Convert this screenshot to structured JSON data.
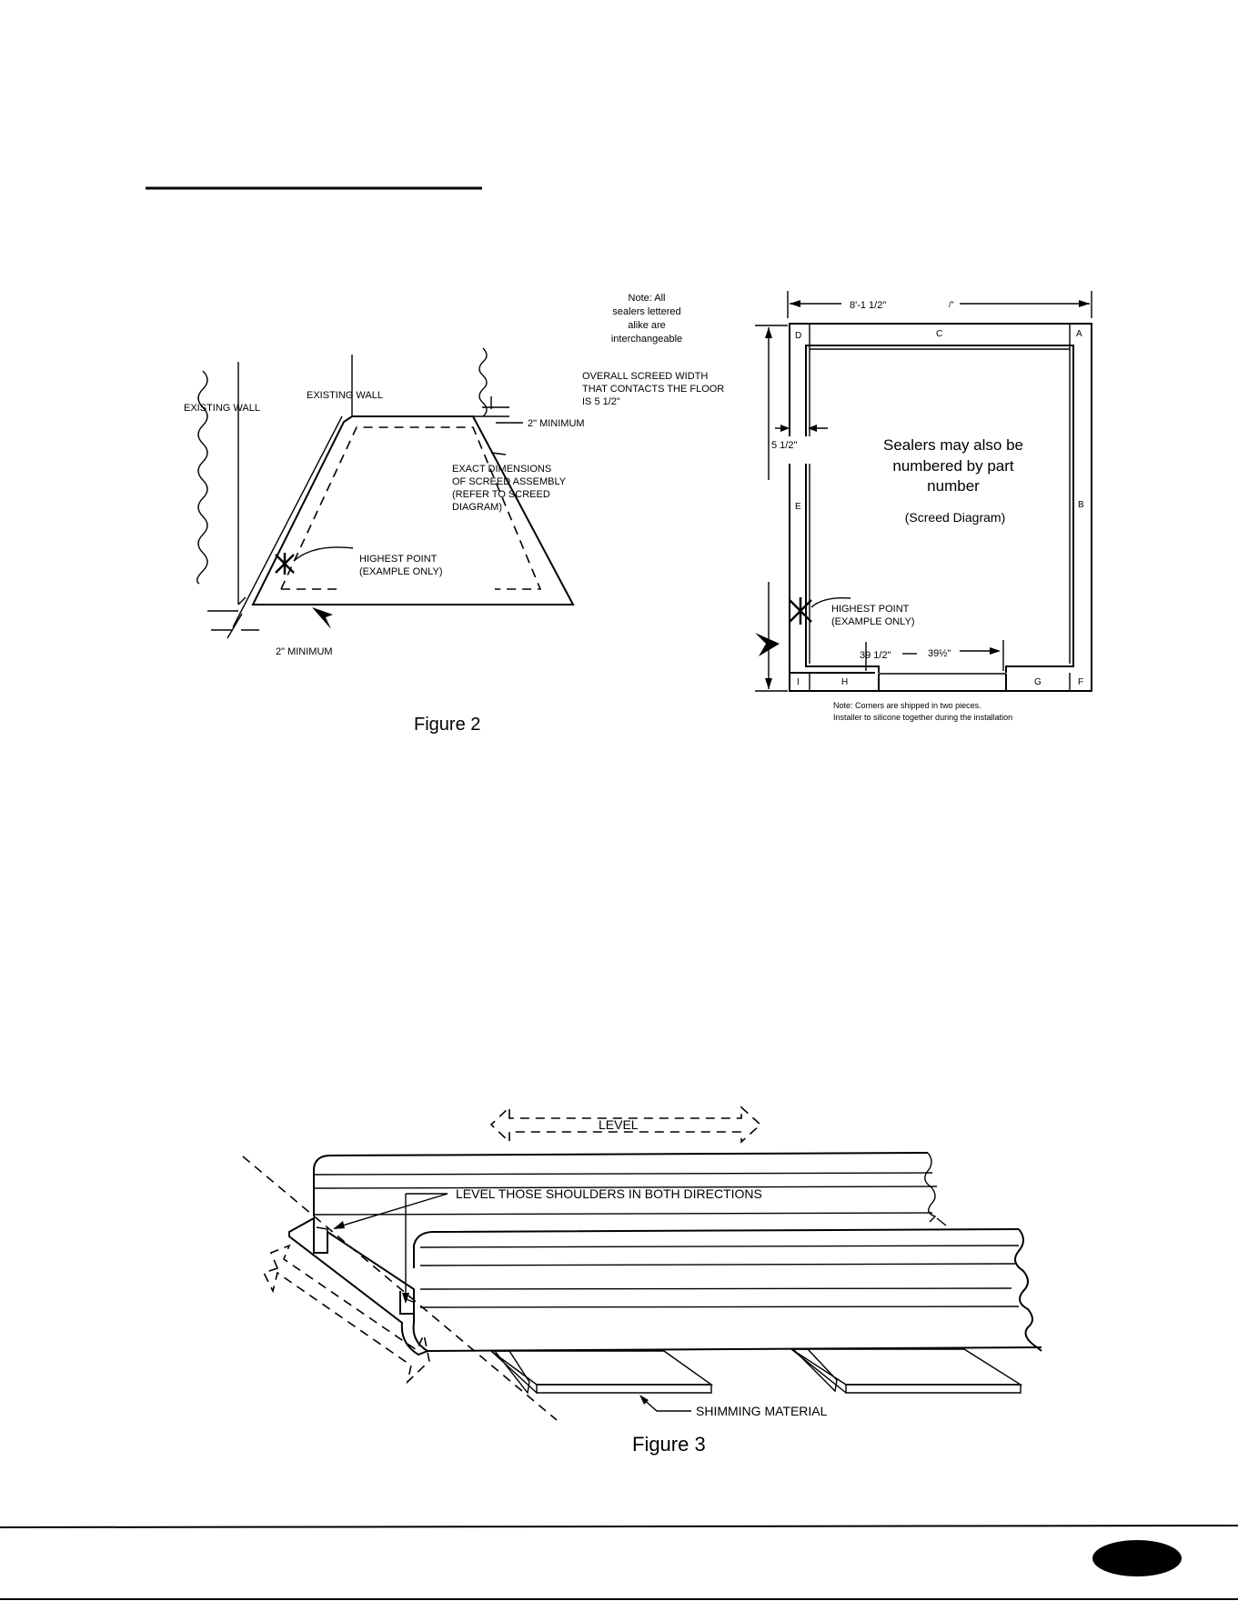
{
  "figure2": {
    "caption": "Figure 2",
    "left": {
      "existing_wall_left": "EXISTING WALL",
      "existing_wall_top": "EXISTING WALL",
      "min_top": "2\" MINIMUM",
      "exact_dims": [
        "EXACT DIMENSIONS",
        "OF SCREED ASSEMBLY",
        "(REFER TO SCREED",
        "DIAGRAM)"
      ],
      "highest_point": [
        "HIGHEST POINT",
        "(EXAMPLE ONLY)"
      ],
      "min_bottom": "2\" MINIMUM"
    },
    "note_sealers": [
      "Note:  All",
      "sealers lettered",
      "alike are",
      "interchangeable"
    ],
    "overall_width": [
      "OVERALL SCREED WIDTH",
      "THAT CONTACTS  THE FLOOR",
      "IS 5 1/2\""
    ],
    "screed": {
      "width_dim": "8'-1 1/2\"",
      "width_dim_suffix": "/\"",
      "side_dim": "5 1/2\"",
      "letters": {
        "a": "A",
        "b": "B",
        "c": "C",
        "d": "D",
        "e": "E",
        "f": "F",
        "g": "G",
        "h": "H",
        "i": "I"
      },
      "center_text": [
        "Sealers may also be",
        "numbered by part",
        "number"
      ],
      "diagram_label": "(Screed Diagram)",
      "highest_point": [
        "HIGHEST POINT",
        "(EXAMPLE ONLY)"
      ],
      "opening_left": "39 1/2\"",
      "opening_right": "39½\"",
      "corner_note": [
        "Note:  Corners are shipped in two pieces.",
        "Installer to  silicone together during the installation"
      ]
    }
  },
  "figure3": {
    "caption": "Figure 3",
    "level": "LEVEL",
    "shoulders": "LEVEL THOSE SHOULDERS IN BOTH DIRECTIONS",
    "shimming": "SHIMMING MATERIAL"
  }
}
